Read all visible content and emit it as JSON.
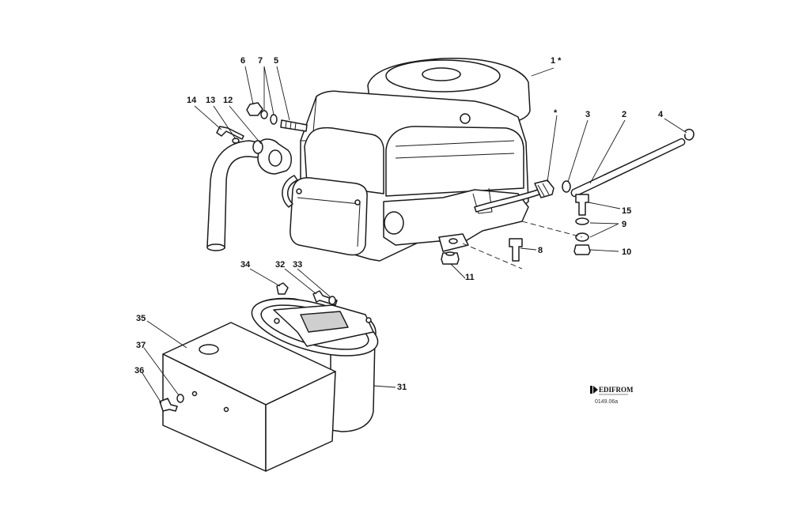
{
  "callouts": {
    "c1": "1 *",
    "c2": "2",
    "c3": "3",
    "c4": "4",
    "c5": "5",
    "c6": "6",
    "c7": "7",
    "c8": "8",
    "c9": "9",
    "c10": "10",
    "c11": "11",
    "c12": "12",
    "c13": "13",
    "c14": "14",
    "c15": "15",
    "c31": "31",
    "c32": "32",
    "c33": "33",
    "c34": "34",
    "c35": "35",
    "c36": "36",
    "c37": "37",
    "cstar": "*"
  },
  "logo": {
    "name": "EDIFROM",
    "code": "0149.06a"
  }
}
